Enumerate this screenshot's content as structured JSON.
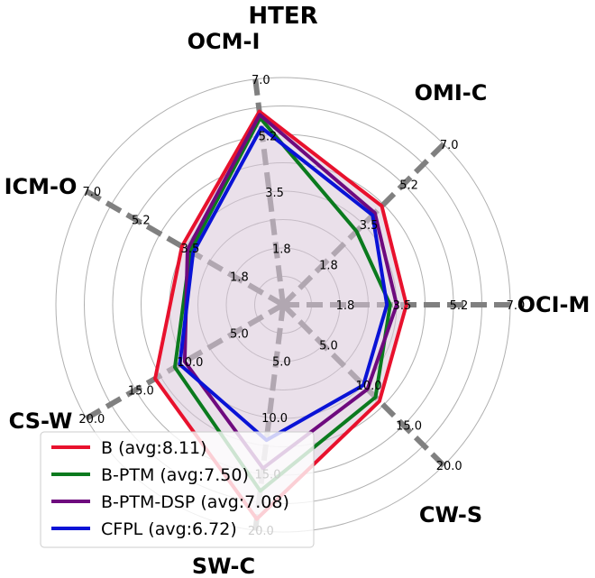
{
  "chart_data": {
    "type": "radar",
    "title": "HTER",
    "axes": [
      {
        "name": "OCM-I",
        "max": 7.0,
        "ticks": [
          "1.8",
          "3.5",
          "5.2",
          "7.0"
        ]
      },
      {
        "name": "OMI-C",
        "max": 7.0,
        "ticks": [
          "1.8",
          "3.5",
          "5.2",
          "7.0"
        ]
      },
      {
        "name": "OCI-M",
        "max": 7.0,
        "ticks": [
          "1.8",
          "3.5",
          "5.2",
          "7.0"
        ]
      },
      {
        "name": "CW-S",
        "max": 20.0,
        "ticks": [
          "5.0",
          "10.0",
          "15.0",
          "20.0"
        ]
      },
      {
        "name": "SW-C",
        "max": 20.0,
        "ticks": [
          "5.0",
          "10.0",
          "15.0",
          "20.0"
        ]
      },
      {
        "name": "CS-W",
        "max": 20.0,
        "ticks": [
          "5.0",
          "10.0",
          "15.0",
          "20.0"
        ]
      },
      {
        "name": "ICM-O",
        "max": 7.0,
        "ticks": [
          "1.8",
          "3.5",
          "5.2",
          "7.0"
        ]
      }
    ],
    "series": [
      {
        "name": "B (avg:8.11)",
        "color": "#e8112d",
        "values": [
          6.0,
          4.3,
          3.8,
          12.0,
          19.0,
          13.0,
          3.6
        ]
      },
      {
        "name": "B-PTM (avg:7.50)",
        "color": "#0b7a1e",
        "values": [
          5.8,
          3.2,
          3.3,
          11.5,
          16.5,
          11.0,
          3.3
        ]
      },
      {
        "name": "B-PTM-DSP (avg:7.08)",
        "color": "#6e0a7e",
        "values": [
          5.9,
          4.0,
          3.5,
          10.5,
          14.5,
          10.0,
          3.4
        ]
      },
      {
        "name": "CFPL (avg:6.72)",
        "color": "#0a13d6",
        "values": [
          5.5,
          3.9,
          3.2,
          10.0,
          12.0,
          10.5,
          3.2
        ]
      }
    ],
    "fill_color": "#d9c7d9",
    "ring_color": "#b0b0b0",
    "axis_line_color": "#808080",
    "legend_placement": "bottom-left",
    "grid": true
  }
}
